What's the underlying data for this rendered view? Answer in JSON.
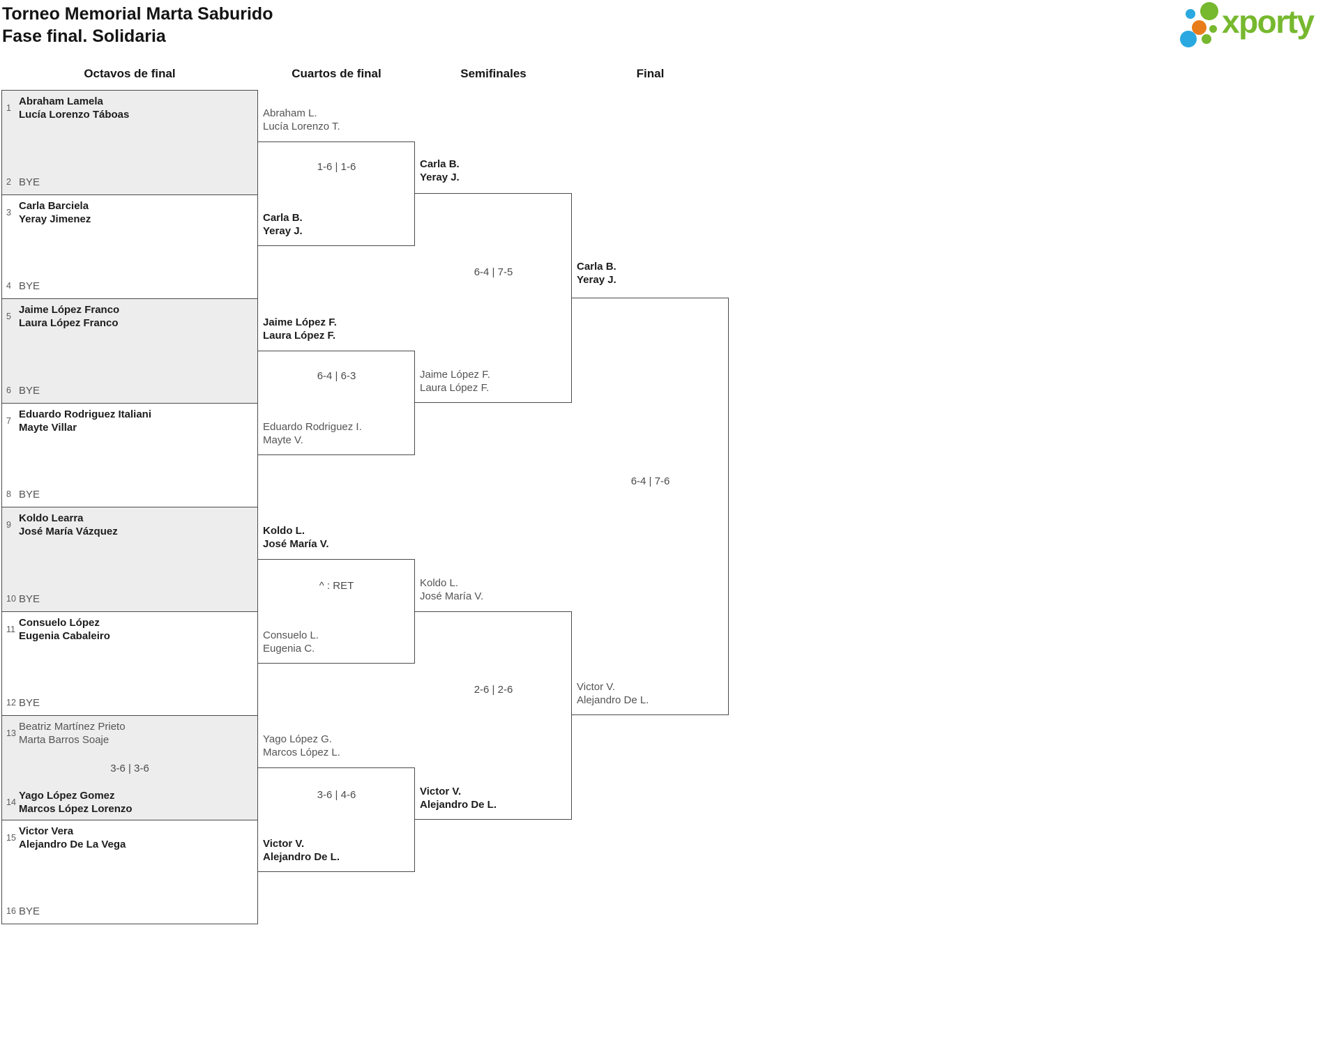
{
  "title": {
    "line1": "Torneo Memorial Marta Saburido",
    "line2": "Fase final. Solidaria"
  },
  "logo": {
    "brand": "xporty",
    "colors": {
      "green": "#76b82e",
      "blue": "#2aa9e0",
      "orange": "#e87c1a"
    }
  },
  "rounds": {
    "r16": "Octavos de final",
    "qf": "Cuartos de final",
    "sf": "Semifinales",
    "final": "Final"
  },
  "bracket": {
    "r16": [
      {
        "shaded": true,
        "top": {
          "seed": "1",
          "name1": "Abraham Lamela",
          "name2": "Lucía Lorenzo Táboas",
          "winner": true
        },
        "bottom": {
          "seed": "2",
          "name1": "BYE",
          "winner": false
        }
      },
      {
        "shaded": false,
        "top": {
          "seed": "3",
          "name1": "Carla Barciela",
          "name2": "Yeray Jimenez",
          "winner": true
        },
        "bottom": {
          "seed": "4",
          "name1": "BYE",
          "winner": false
        }
      },
      {
        "shaded": true,
        "top": {
          "seed": "5",
          "name1": "Jaime López Franco",
          "name2": "Laura López Franco",
          "winner": true
        },
        "bottom": {
          "seed": "6",
          "name1": "BYE",
          "winner": false
        }
      },
      {
        "shaded": false,
        "top": {
          "seed": "7",
          "name1": "Eduardo Rodriguez Italiani",
          "name2": "Mayte Villar",
          "winner": true
        },
        "bottom": {
          "seed": "8",
          "name1": "BYE",
          "winner": false
        }
      },
      {
        "shaded": true,
        "top": {
          "seed": "9",
          "name1": "Koldo Learra",
          "name2": "José María Vázquez",
          "winner": true
        },
        "bottom": {
          "seed": "10",
          "name1": "BYE",
          "winner": false
        }
      },
      {
        "shaded": false,
        "top": {
          "seed": "11",
          "name1": "Consuelo López",
          "name2": "Eugenia Cabaleiro",
          "winner": true
        },
        "bottom": {
          "seed": "12",
          "name1": "BYE",
          "winner": false
        }
      },
      {
        "shaded": true,
        "top": {
          "seed": "13",
          "name1": "Beatriz Martínez Prieto",
          "name2": "Marta Barros Soaje",
          "winner": false
        },
        "bottom": {
          "seed": "14",
          "name1": "Yago López Gomez",
          "name2": "Marcos López Lorenzo",
          "winner": true
        },
        "score": "3-6 | 3-6"
      },
      {
        "shaded": false,
        "top": {
          "seed": "15",
          "name1": "Victor Vera",
          "name2": "Alejandro De La Vega",
          "winner": true
        },
        "bottom": {
          "seed": "16",
          "name1": "BYE",
          "winner": false
        }
      }
    ],
    "qf": [
      {
        "top": {
          "name1": "Abraham L.",
          "name2": "Lucía Lorenzo T.",
          "winner": false
        },
        "bottom": {
          "name1": "Carla B.",
          "name2": "Yeray J.",
          "winner": true
        },
        "score": "1-6 | 1-6"
      },
      {
        "top": {
          "name1": "Jaime López F.",
          "name2": "Laura López F.",
          "winner": true
        },
        "bottom": {
          "name1": "Eduardo Rodriguez I.",
          "name2": "Mayte V.",
          "winner": false
        },
        "score": "6-4 | 6-3"
      },
      {
        "top": {
          "name1": "Koldo L.",
          "name2": "José María V.",
          "winner": true
        },
        "bottom": {
          "name1": "Consuelo L.",
          "name2": "Eugenia C.",
          "winner": false
        },
        "score": "^ : RET"
      },
      {
        "top": {
          "name1": "Yago López G.",
          "name2": "Marcos López L.",
          "winner": false
        },
        "bottom": {
          "name1": "Victor V.",
          "name2": "Alejandro De L.",
          "winner": true
        },
        "score": "3-6 | 4-6"
      }
    ],
    "sf": [
      {
        "top": {
          "name1": "Carla B.",
          "name2": "Yeray J.",
          "winner": true
        },
        "bottom": {
          "name1": "Jaime López F.",
          "name2": "Laura López F.",
          "winner": false
        },
        "score": "6-4 | 7-5"
      },
      {
        "top": {
          "name1": "Koldo L.",
          "name2": "José María V.",
          "winner": false
        },
        "bottom": {
          "name1": "Victor V.",
          "name2": "Alejandro De L.",
          "winner": true
        },
        "score": "2-6 | 2-6"
      }
    ],
    "final": {
      "top": {
        "name1": "Carla B.",
        "name2": "Yeray J.",
        "winner": true
      },
      "bottom": {
        "name1": "Victor V.",
        "name2": "Alejandro De L.",
        "winner": false
      },
      "score": "6-4 | 7-6"
    }
  }
}
